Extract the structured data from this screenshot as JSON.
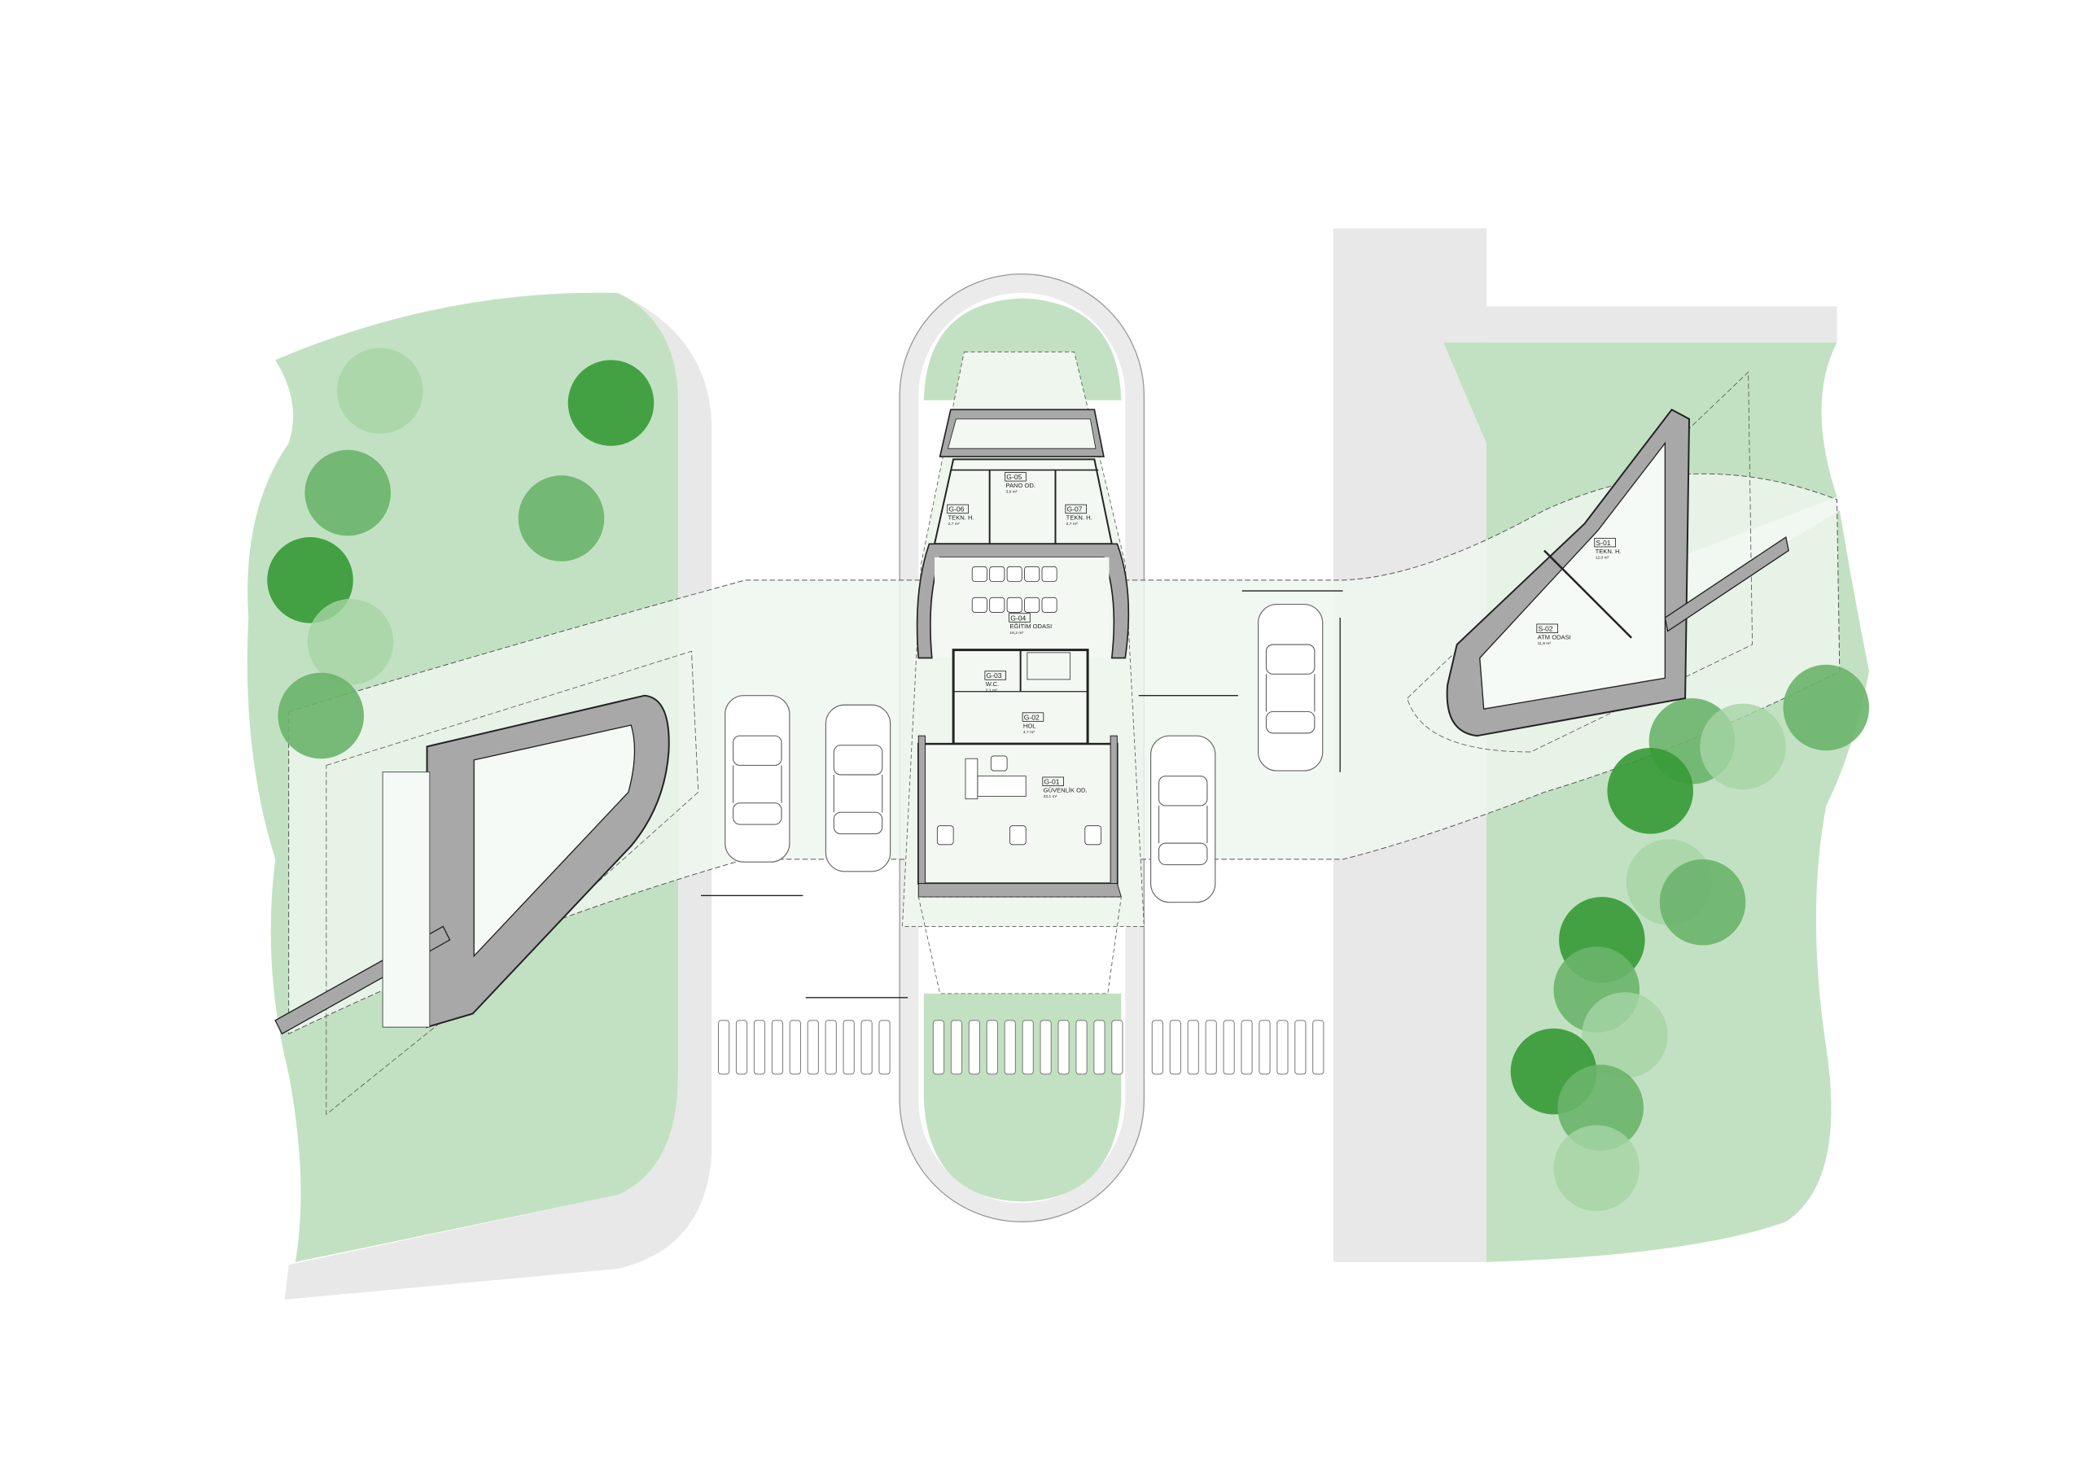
{
  "rooms": [
    {
      "code": "G-01",
      "name": "GÜVENLİK OD.",
      "area": "22,1 m²"
    },
    {
      "code": "G-02",
      "name": "HOL",
      "area": "4,7 m²"
    },
    {
      "code": "G-03",
      "name": "W.C.",
      "area": "2,1 m²"
    },
    {
      "code": "G-04",
      "name": "EĞİTİM ODASI",
      "area": "16,2 m²"
    },
    {
      "code": "G-05",
      "name": "PANO OD.",
      "area": "3,6 m²"
    },
    {
      "code": "G-06",
      "name": "TEKN. H.",
      "area": "2,7 m²"
    },
    {
      "code": "G-07",
      "name": "TEKN. H.",
      "area": "2,7 m²"
    },
    {
      "code": "S-01",
      "name": "TEKN. H.",
      "area": "12,0 m²"
    },
    {
      "code": "S-02",
      "name": "ATM ODASI",
      "area": "11,9 m²"
    }
  ],
  "colors": {
    "landscape": "#c2e1c2",
    "canopy": "#eef6ee",
    "tree_dark": "#359a35",
    "tree_mid": "#6ab46a",
    "tree_light": "#a5d4a5",
    "paving": "#e8e8e8",
    "wall": "#a8a8a8"
  }
}
